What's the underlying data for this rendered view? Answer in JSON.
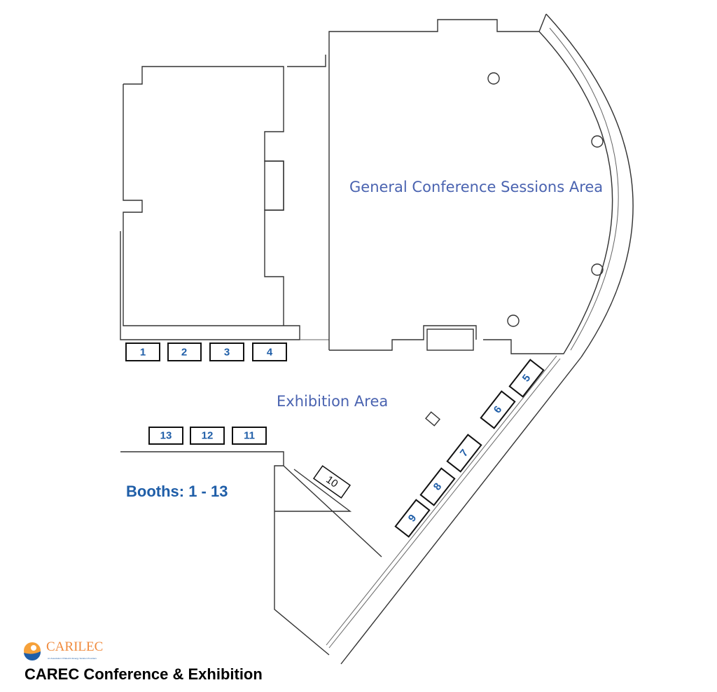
{
  "areas": {
    "conference": "General Conference Sessions Area",
    "exhibition": "Exhibition Area"
  },
  "booths_label": "Booths: 1 - 13",
  "booths": [
    "1",
    "2",
    "3",
    "4",
    "5",
    "6",
    "7",
    "8",
    "9",
    "10",
    "11",
    "12",
    "13"
  ],
  "logo": {
    "name": "CARILEC",
    "tagline": "An Association Of Electric Energy Solution Providers"
  },
  "title": "CAREC Conference & Exhibition",
  "colors": {
    "label_blue": "#4a63b0",
    "booth_blue": "#1f5ea8",
    "logo_orange": "#f08a3c"
  }
}
